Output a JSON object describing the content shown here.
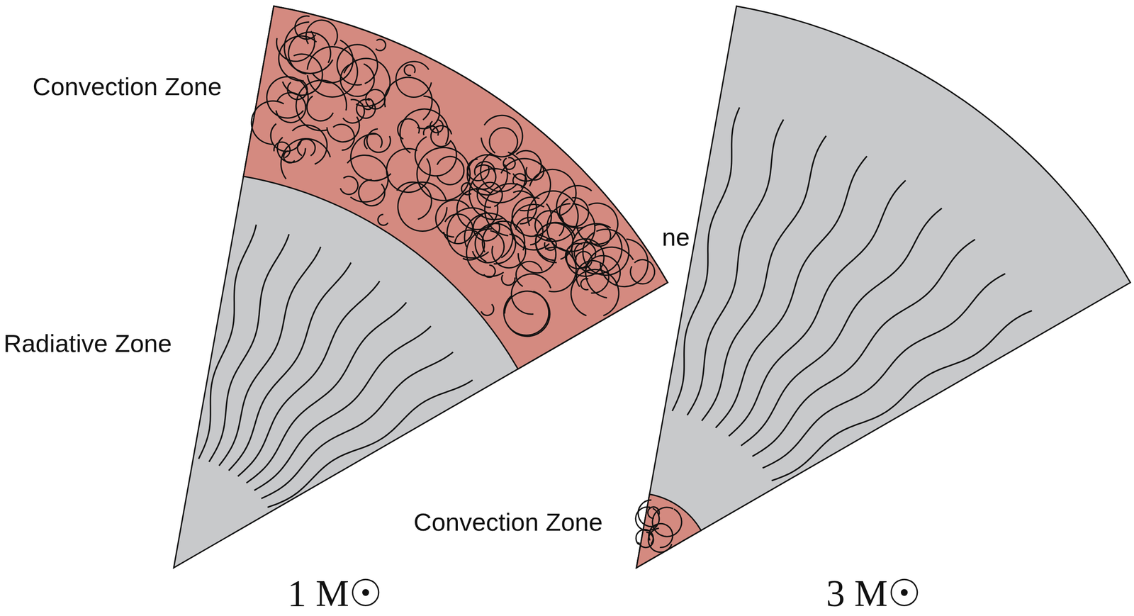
{
  "diagram": {
    "labels": [
      "Convection Zone",
      "Radiative Zone",
      "ne",
      "Convection Zone",
      "1 M☉",
      "3 M☉"
    ]
  }
}
